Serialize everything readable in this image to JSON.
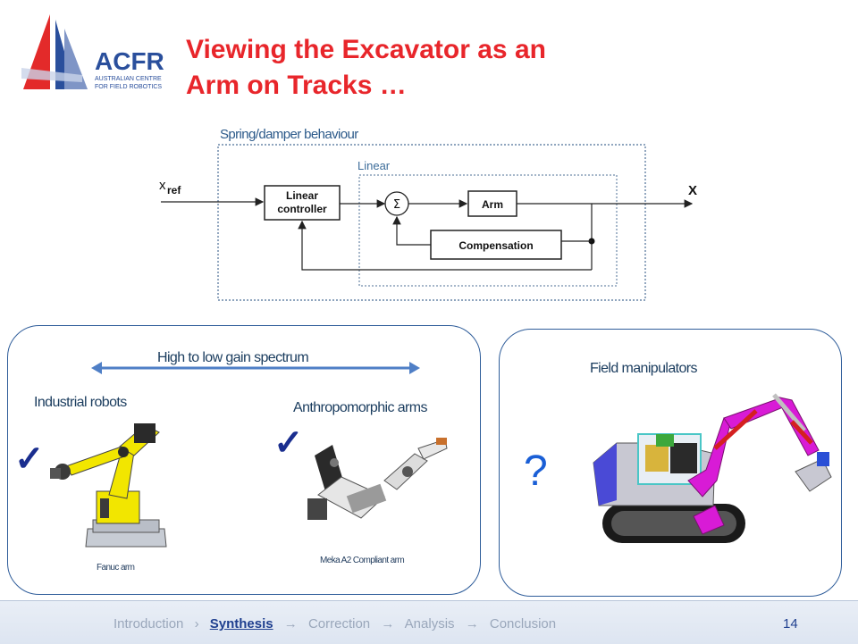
{
  "logo": {
    "name": "ACFR",
    "line1": "AUSTRALIAN CENTRE",
    "line2": "FOR FIELD ROBOTICS"
  },
  "title": {
    "line1": "Viewing the Excavator as an",
    "line2": "Arm on Tracks …"
  },
  "diagram": {
    "outer_label": "Spring/damper behaviour",
    "inner_label": "Linear",
    "input_main": "x",
    "input_sub": "ref",
    "output": "X",
    "block_controller_1": "Linear",
    "block_controller_2": "controller",
    "block_sum": "Σ",
    "block_arm": "Arm",
    "block_comp": "Compensation"
  },
  "left_panel": {
    "spectrum_label": "High to low gain spectrum",
    "industrial_label": "Industrial robots",
    "anthro_label": "Anthropomorphic arms",
    "fanuc_caption": "Fanuc arm",
    "meka_caption": "Meka A2 Compliant arm",
    "check": "✓"
  },
  "right_panel": {
    "field_label": "Field manipulators",
    "question": "?"
  },
  "footer": {
    "nav": [
      "Introduction",
      "›",
      "Synthesis",
      "→",
      "Correction",
      "→",
      "Analysis",
      "→",
      "Conclusion"
    ],
    "page": "14"
  },
  "colors": {
    "title": "#e8262b",
    "panel_border": "#2f5d9a",
    "arrow": "#4f7fc6",
    "robot_yellow": "#f2e600",
    "excavator_magenta": "#d81bd6"
  }
}
